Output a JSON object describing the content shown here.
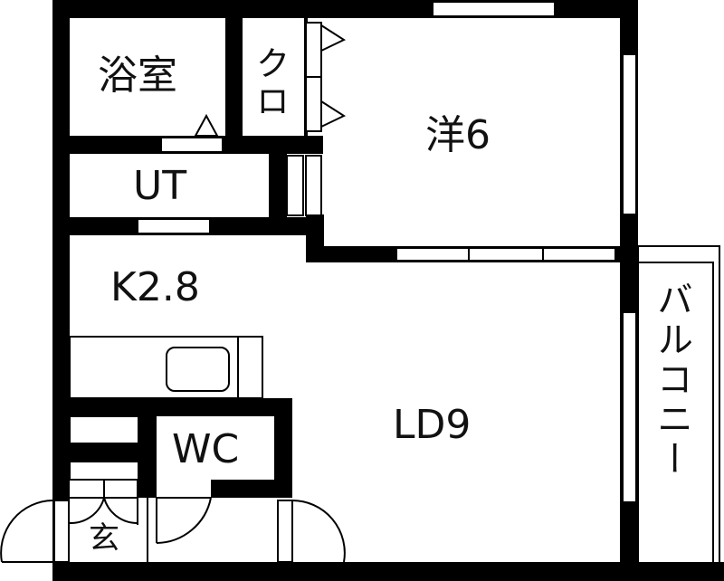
{
  "floor_plan": {
    "colors": {
      "wall": "#000000",
      "background": "#ffffff"
    },
    "rooms": {
      "bath": "浴室",
      "closet": "クロ",
      "utility": "UT",
      "kitchen": "K2.8",
      "western_room": "洋6",
      "living_dining": "LD9",
      "toilet": "WC",
      "entrance": "玄",
      "balcony": "バルコニー"
    }
  }
}
